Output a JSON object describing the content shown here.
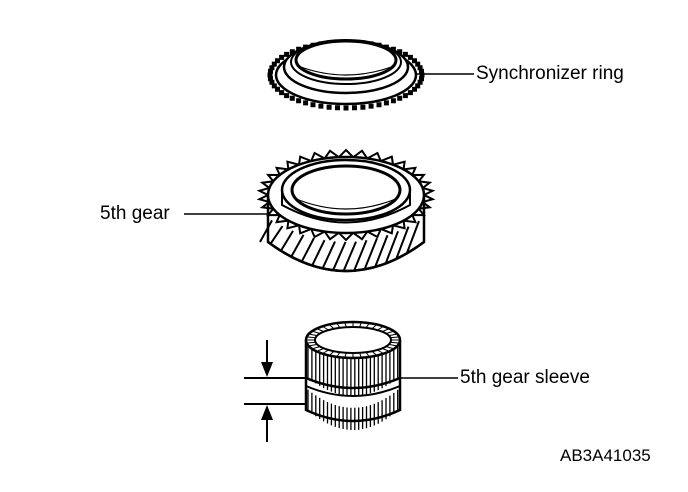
{
  "labels": {
    "synchronizer_ring": "Synchronizer ring",
    "fifth_gear": "5th gear",
    "fifth_gear_sleeve": "5th gear sleeve"
  },
  "figure_code": "AB3A41035"
}
